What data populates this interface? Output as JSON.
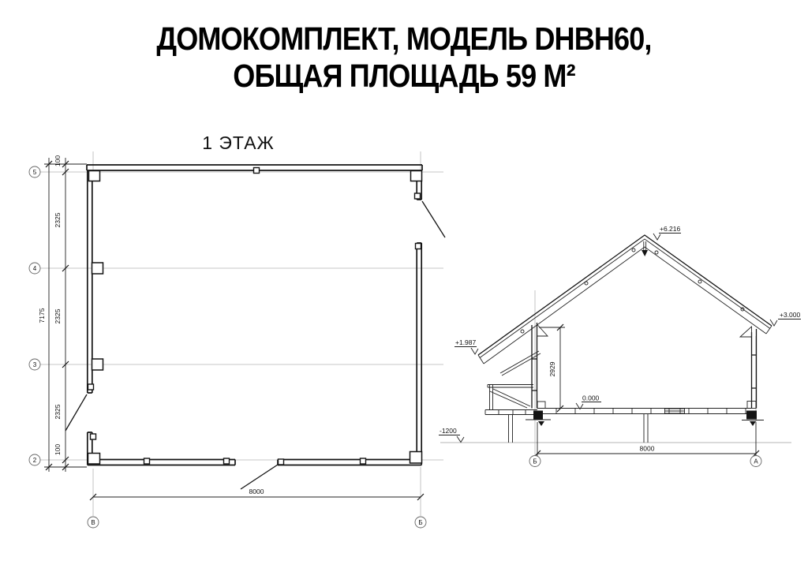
{
  "title": {
    "line1": "ДОМОКОМПЛЕКТ, МОДЕЛЬ DHBH60,",
    "line2": "ОБЩАЯ ПЛОЩАДЬ 59 М²"
  },
  "floor_plan": {
    "label": "1 ЭТАЖ",
    "axes": {
      "rows": [
        "5",
        "4",
        "3",
        "2"
      ],
      "cols": [
        "В",
        "Б"
      ]
    },
    "dimensions": {
      "left_overall": "7175",
      "left_chain": [
        "100",
        "2325",
        "2325",
        "2325",
        "100"
      ],
      "bottom_width": "8000"
    }
  },
  "section": {
    "elevation_marks": {
      "ridge": "+6.216",
      "right_eave": "+3.000",
      "left_eave": "+1.987",
      "floor": "0.000",
      "ground": "-1200"
    },
    "dimensions": {
      "interior_height": "2929",
      "width": "8000"
    },
    "axes": {
      "left": "Б",
      "right": "А"
    }
  },
  "colors": {
    "line": "#141414",
    "grid": "#b5b5b5",
    "background": "#ffffff"
  }
}
